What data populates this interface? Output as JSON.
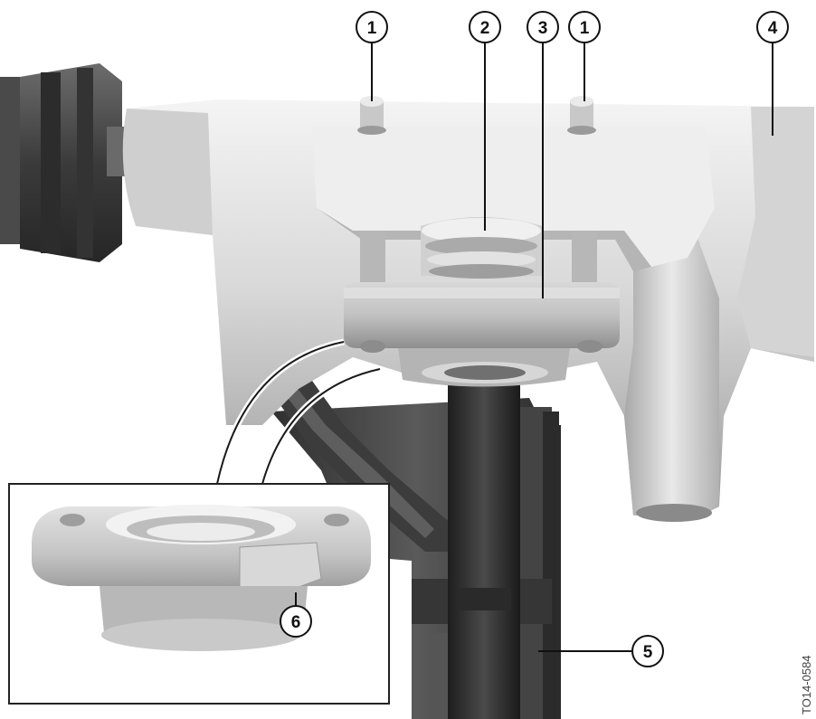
{
  "figure": {
    "reference_code": "TO14-0584",
    "colors": {
      "housing_light": "#e6e6e6",
      "housing_mid": "#bdbdbd",
      "housing_dark": "#8a8a8a",
      "plastic_dark": "#3a3a3a",
      "callout_stroke": "#111111",
      "inset_border": "#222222"
    }
  },
  "callouts": [
    {
      "id": "c1a",
      "label": "1"
    },
    {
      "id": "c2",
      "label": "2"
    },
    {
      "id": "c3",
      "label": "3"
    },
    {
      "id": "c1b",
      "label": "1"
    },
    {
      "id": "c4",
      "label": "4"
    },
    {
      "id": "c5",
      "label": "5"
    },
    {
      "id": "c6",
      "label": "6"
    }
  ]
}
